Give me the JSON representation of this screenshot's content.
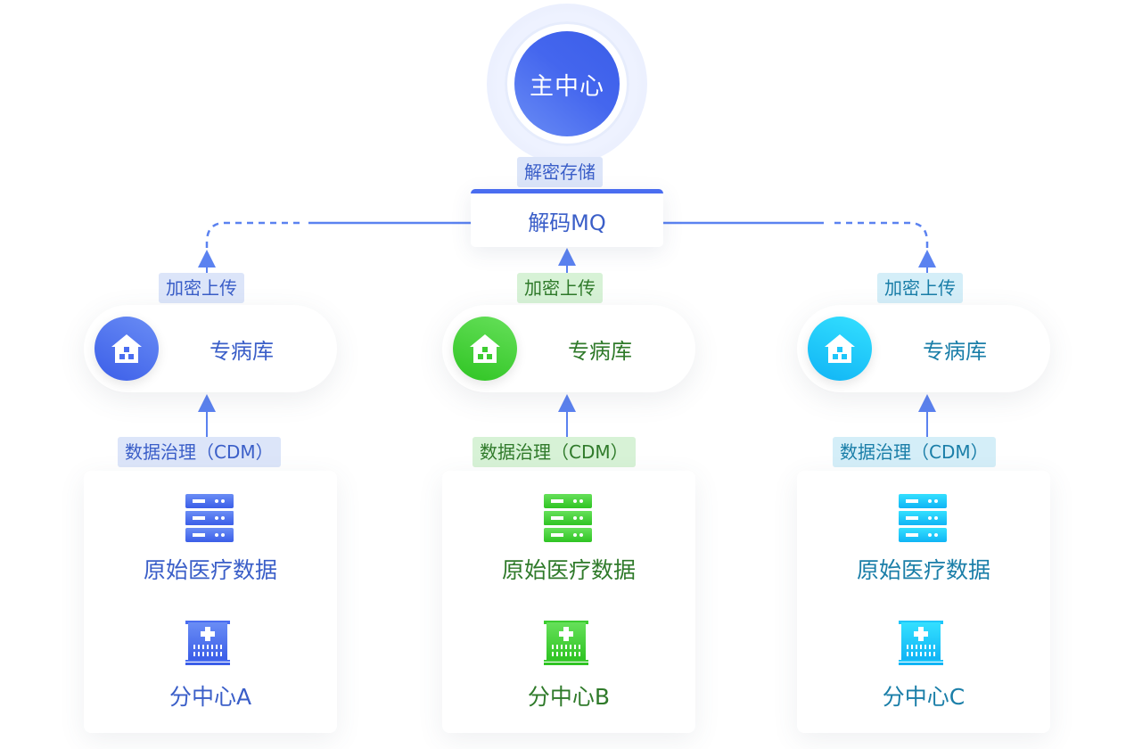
{
  "main_center": {
    "label": "主中心"
  },
  "decrypt_store": {
    "label": "解密存储"
  },
  "mq": {
    "label": "解码MQ"
  },
  "branches": [
    {
      "theme": "blue",
      "upload_tag": "加密上传",
      "disease_db": "专病库",
      "governance_tag": "数据治理（CDM）",
      "raw_data": "原始医疗数据",
      "center_name": "分中心A",
      "icon_colors": [
        "#6a8df5",
        "#3b5ee8"
      ]
    },
    {
      "theme": "green",
      "upload_tag": "加密上传",
      "disease_db": "专病库",
      "governance_tag": "数据治理（CDM）",
      "raw_data": "原始医疗数据",
      "center_name": "分中心B",
      "icon_colors": [
        "#66e05a",
        "#2fc423"
      ]
    },
    {
      "theme": "cyan",
      "upload_tag": "加密上传",
      "disease_db": "专病库",
      "governance_tag": "数据治理（CDM）",
      "raw_data": "原始医疗数据",
      "center_name": "分中心C",
      "icon_colors": [
        "#34e0ff",
        "#10b4f5"
      ]
    }
  ],
  "colors": {
    "connector": "#5b82f0",
    "blue": "#3a5ec8",
    "green": "#2f7a2a",
    "cyan": "#1a7ea8"
  }
}
